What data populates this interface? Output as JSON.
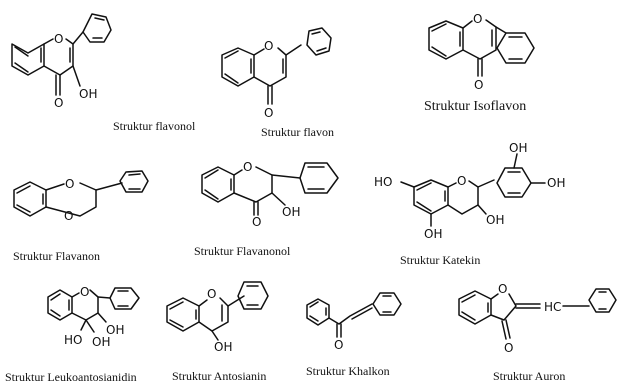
{
  "structures": [
    {
      "id": "flavonol",
      "caption": "Struktur flavonol",
      "labels": {
        "o": "O",
        "oh": "OH",
        "ketone": "O"
      }
    },
    {
      "id": "flavon",
      "caption": "Struktur flavon",
      "labels": {
        "o": "O",
        "ketone": "O"
      }
    },
    {
      "id": "isoflavon",
      "caption": "Struktur Isoflavon",
      "labels": {
        "o": "O",
        "ketone": "O"
      }
    },
    {
      "id": "flavanon",
      "caption": "Struktur Flavanon",
      "labels": {
        "o": "O",
        "ketone": "O"
      }
    },
    {
      "id": "flavanonol",
      "caption": "Struktur Flavanonol",
      "labels": {
        "o": "O",
        "oh": "OH",
        "ketone": "O"
      }
    },
    {
      "id": "katekin",
      "caption": "Struktur Katekin",
      "labels": {
        "o": "O",
        "ho_left": "HO",
        "oh_bottom": "OH",
        "oh_mid": "OH",
        "oh_top": "OH",
        "oh_right": "OH"
      }
    },
    {
      "id": "leukoantosianidin",
      "caption": "Struktur Leukoantosianidin",
      "labels": {
        "o": "O",
        "oh_a": "OH",
        "ho": "HO",
        "oh_b": "OH"
      }
    },
    {
      "id": "antosianin",
      "caption": "Struktur Antosianin",
      "labels": {
        "o": "O",
        "oh": "OH"
      }
    },
    {
      "id": "khalkon",
      "caption": "Struktur Khalkon",
      "labels": {
        "ketone": "O"
      }
    },
    {
      "id": "auron",
      "caption": "Struktur Auron",
      "labels": {
        "o": "O",
        "ketone": "O",
        "hc": "HC"
      }
    }
  ]
}
